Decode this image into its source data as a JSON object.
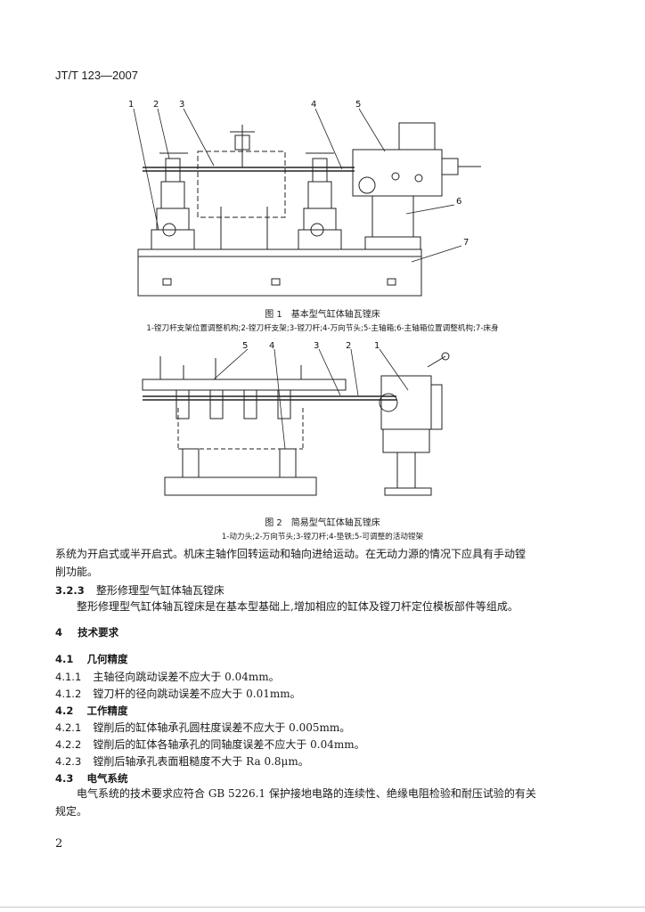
{
  "header": {
    "doc_code": "JT/T 123—2007"
  },
  "figure1": {
    "callouts": [
      "1",
      "2",
      "3",
      "4",
      "5",
      "6",
      "7"
    ],
    "caption": "图 1　基本型气缸体轴瓦镗床",
    "legend": "1-镗刀杆支架位置调整机构;2-镗刀杆支架;3-镗刀杆;4-万向节头;5-主轴箱;6-主轴箱位置调整机构;7-床身"
  },
  "figure2": {
    "callouts": [
      "5",
      "4",
      "3",
      "2",
      "1"
    ],
    "caption": "图 2　简易型气缸体轴瓦镗床",
    "legend": "1-动力头;2-万向节头;3-镗刀杆;4-垫铁;5-可调整的活动镗架"
  },
  "body": {
    "para_cont_1": "系统为开启式或半开启式。机床主轴作回转运动和轴向进给运动。在无动力源的情况下应具有手动镗",
    "para_cont_2": "削功能。",
    "s323_num": "3.2.3",
    "s323_title": "整形修理型气缸体轴瓦镗床",
    "s323_text": "整形修理型气缸体轴瓦镗床是在基本型基础上,增加相应的缸体及镗刀杆定位模板部件等组成。",
    "s4_num": "4",
    "s4_title": "技术要求",
    "s41_num": "4.1",
    "s41_title": "几何精度",
    "s411_num": "4.1.1",
    "s411_text": "主轴径向跳动误差不应大于 0.04mm。",
    "s412_num": "4.1.2",
    "s412_text": "镗刀杆的径向跳动误差不应大于 0.01mm。",
    "s42_num": "4.2",
    "s42_title": "工作精度",
    "s421_num": "4.2.1",
    "s421_text": "镗削后的缸体轴承孔圆柱度误差不应大于 0.005mm。",
    "s422_num": "4.2.2",
    "s422_text": "镗削后的缸体各轴承孔的同轴度误差不应大于 0.04mm。",
    "s423_num": "4.2.3",
    "s423_text": "镗削后轴承孔表面粗糙度不大于 Ra 0.8μm。",
    "s43_num": "4.3",
    "s43_title": "电气系统",
    "s43_text_1": "电气系统的技术要求应符合 GB 5226.1 保护接地电路的连续性、绝缘电阻检验和耐压试验的有关",
    "s43_text_2": "规定。"
  },
  "footer": {
    "page_number": "2"
  }
}
